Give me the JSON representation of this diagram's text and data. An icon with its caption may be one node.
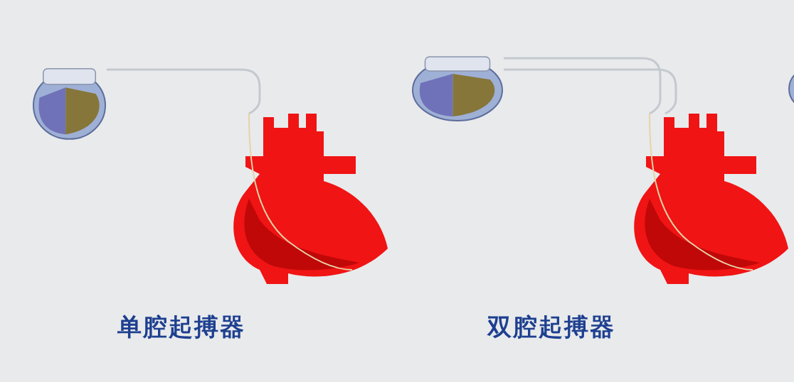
{
  "diagram": {
    "nodes": [
      {
        "text": [],
        "shape": "picture"
      },
      {
        "text": [],
        "shape": "picture"
      },
      {
        "text": [],
        "shape": "picture"
      },
      {
        "text": [],
        "shape": "picture"
      },
      {
        "text": [],
        "shape": "circle"
      }
    ],
    "edges": [
      {
        "from": 0,
        "to": 1,
        "arrow": "none"
      },
      {
        "from": 2,
        "to": 3,
        "arrow": "none"
      },
      {
        "from": 2,
        "to": 3,
        "arrow": "none"
      }
    ],
    "labels": [
      "单腔起搏器",
      "双腔起搏器"
    ]
  }
}
